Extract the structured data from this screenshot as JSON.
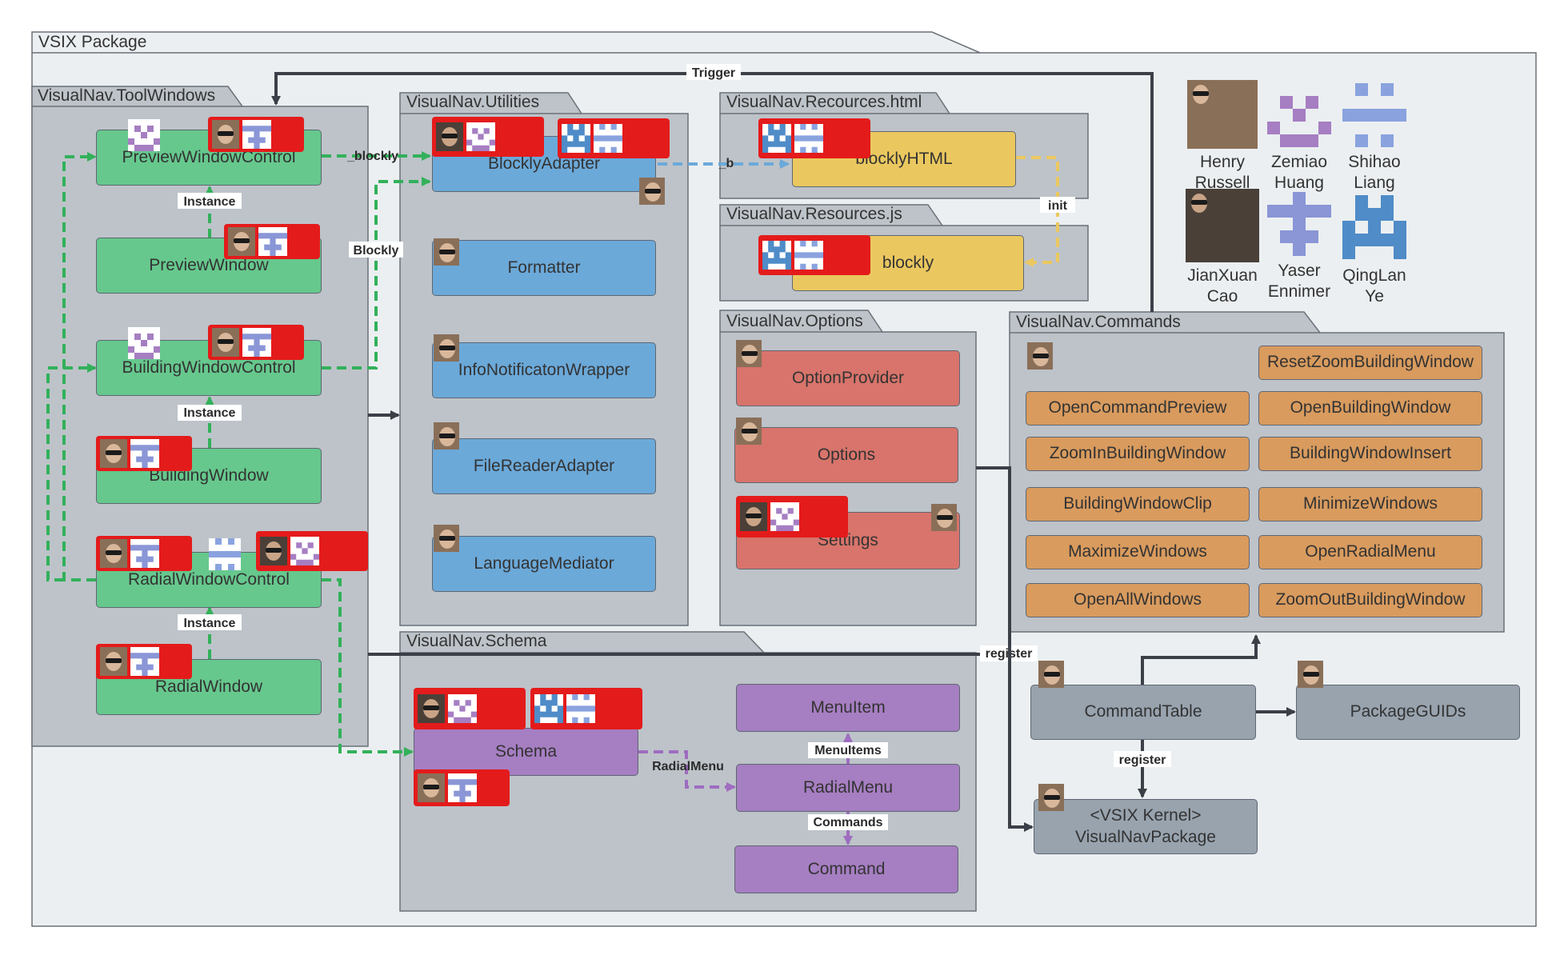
{
  "packages": {
    "root": "VSIX Package",
    "toolwindows": "VisualNav.ToolWindows",
    "utilities": "VisualNav.Utilities",
    "html": "VisualNav.Recources.html",
    "js": "VisualNav.Resources.js",
    "options": "VisualNav.Options",
    "commands": "VisualNav.Commands",
    "schema": "VisualNav.Schema"
  },
  "classes": {
    "preview_window_control": "PreviewWindowControl",
    "preview_window": "PreviewWindow",
    "building_window_control": "BuildingWindowControl",
    "building_window": "BuildingWindow",
    "radial_window_control": "RadialWindowControl",
    "radial_window": "RadialWindow",
    "blockly_adapter": "BlocklyAdapter",
    "formatter": "Formatter",
    "info_notification_wrapper": "InfoNotificatonWrapper",
    "file_reader_adapter": "FileReaderAdapter",
    "language_mediator": "LanguageMediator",
    "blockly_html": "blocklyHTML",
    "blockly": "blockly",
    "option_provider": "OptionProvider",
    "options": "Options",
    "settings": "Settings",
    "schema": "Schema",
    "menu_item": "MenuItem",
    "radial_menu": "RadialMenu",
    "command": "Command",
    "command_table": "CommandTable",
    "package_guids": "PackageGUIDs",
    "vsix_kernel_line1": "<VSIX Kernel>",
    "vsix_kernel_line2": "VisualNavPackage"
  },
  "commands": [
    "ResetZoomBuildingWindow",
    "OpenCommandPreview",
    "OpenBuildingWindow",
    "ZoomInBuildingWindow",
    "BuildingWindowInsert",
    "BuildingWindowClip",
    "MinimizeWindows",
    "MaximizeWindows",
    "OpenRadialMenu",
    "OpenAllWindows",
    "ZoomOutBuildingWindow"
  ],
  "edge_labels": {
    "trigger": "Trigger",
    "blockly_private": "_blockly",
    "b": "_b",
    "blockly": "Blockly",
    "init": "init",
    "instance1": "Instance",
    "instance2": "Instance",
    "instance3": "Instance",
    "register1": "register",
    "register2": "register",
    "radial_menu": "RadialMenu",
    "menu_items": "MenuItems",
    "commands": "Commands"
  },
  "people": [
    {
      "line1": "Henry",
      "line2": "Russell"
    },
    {
      "line1": "Zemiao",
      "line2": "Huang"
    },
    {
      "line1": "Shihao",
      "line2": "Liang"
    },
    {
      "line1": "JianXuan",
      "line2": "Cao"
    },
    {
      "line1": "Yaser",
      "line2": "Ennimer"
    },
    {
      "line1": "QingLan",
      "line2": "Ye"
    }
  ],
  "colors": {
    "green": "#66c88d",
    "blue": "#6ba9d9",
    "yellow": "#ebc85f",
    "salmon": "#d8746b",
    "orange": "#d99b5e",
    "purple": "#a67ec2",
    "gray": "#98a3ae",
    "package_fill": "#bdc3c9",
    "root_fill": "#ebeff1",
    "tag_red": "#e41b1b",
    "dash_green": "#32b15a",
    "dash_blue": "#6ba9d9",
    "dash_yellow": "#ebc85f",
    "dash_purple": "#9f6cc0",
    "solid_arrow": "#3b4048"
  }
}
